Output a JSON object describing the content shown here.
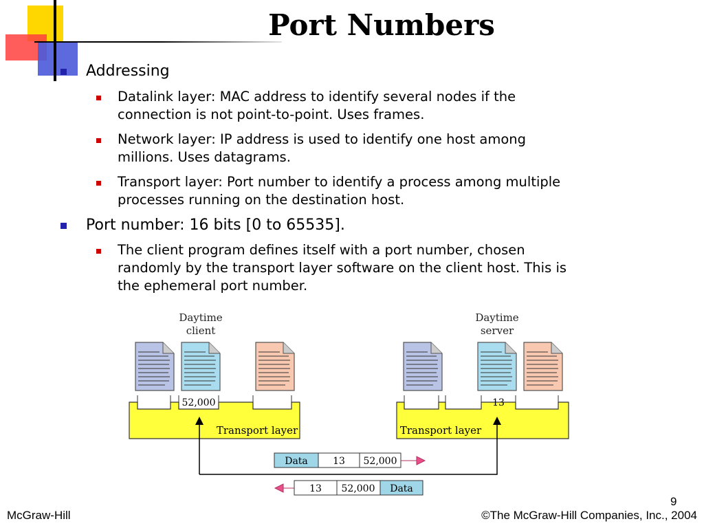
{
  "title": "Port Numbers",
  "bullets": [
    {
      "text": "Addressing",
      "sub": [
        {
          "line1": "Datalink layer: MAC address to identify several nodes if the",
          "line2": "connection is not point-to-point. Uses frames."
        },
        {
          "line1": "Network layer: IP address is used to identify one host among",
          "line2": "millions. Uses datagrams."
        },
        {
          "line1": "Transport layer: Port number to identify a process among multiple",
          "line2": "processes running on the destination host."
        }
      ]
    },
    {
      "text": "Port number: 16 bits [0 to 65535].",
      "sub": [
        {
          "line1": "The client program defines itself with a port number, chosen",
          "line2": "randomly by the transport layer software on the client host. This is",
          "line3": "the ephemeral port number."
        }
      ]
    }
  ],
  "figure": {
    "client_label_1": "Daytime",
    "client_label_2": "client",
    "server_label_1": "Daytime",
    "server_label_2": "server",
    "client_port": "52,000",
    "server_port": "13",
    "transport_layer": "Transport layer",
    "packet_request": [
      "Data",
      "13",
      "52,000"
    ],
    "packet_response": [
      "13",
      "52,000",
      "Data"
    ]
  },
  "colors": {
    "transport_fill": "#ffff3c",
    "doc_blue": "#b9c3e6",
    "doc_cyan": "#a8dcee",
    "doc_orange": "#f8c8b0",
    "data_cell": "#9fd6e8",
    "arrow": "#e8508a"
  },
  "footer": {
    "left": "McGraw-Hill",
    "right": "©The McGraw-Hill Companies, Inc., 2004",
    "page": "9"
  }
}
